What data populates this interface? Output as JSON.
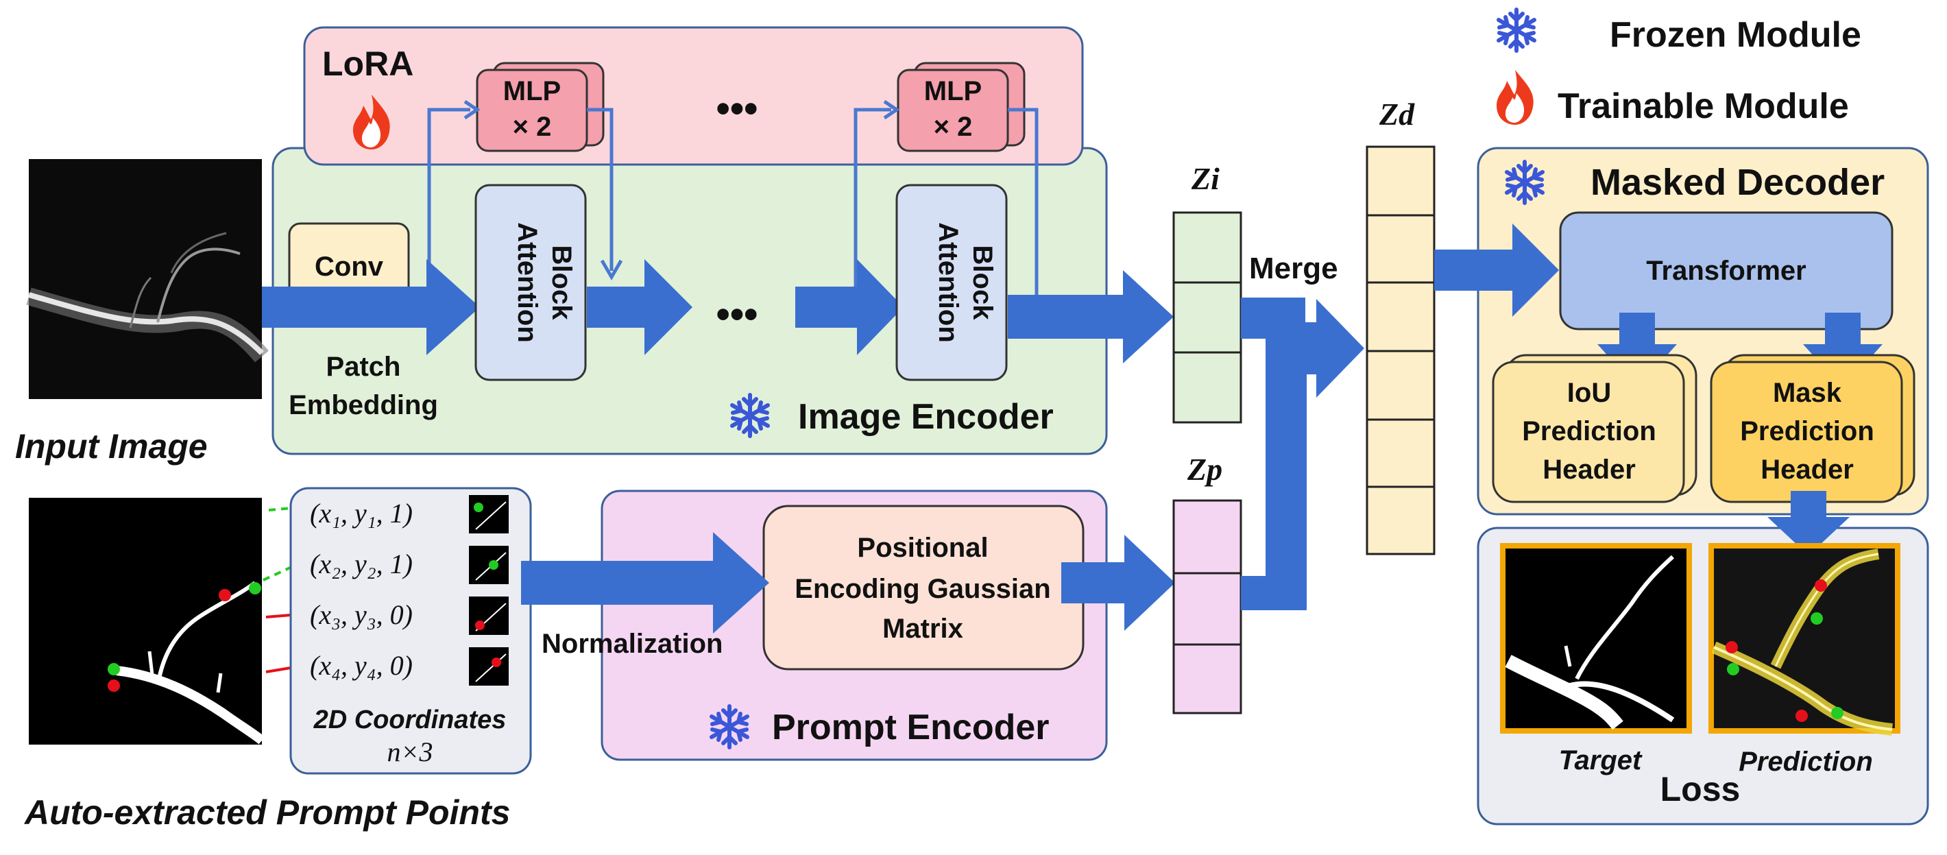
{
  "legend": {
    "frozen_label": "Frozen Module",
    "trainable_label": "Trainable Module",
    "frozen_icon": "snowflake-icon",
    "trainable_icon": "flame-icon"
  },
  "lora": {
    "title": "LoRA",
    "mlp_line1": "MLP",
    "mlp_line2": "× 2",
    "ellipsis": "•••"
  },
  "image_encoder": {
    "title": "Image Encoder",
    "conv_label": "Conv",
    "patch_line1": "Patch",
    "patch_line2": "Embedding",
    "attn_line1": "Attention",
    "attn_line2": "Block",
    "ellipsis": "•••"
  },
  "input_image_label": "Input Image",
  "prompt_points_label": "Auto-extracted Prompt Points",
  "coordinates": {
    "rows": [
      "(x₁, y₁, 1)",
      "(x₂, y₂, 1)",
      "(x₃, y₃, 0)",
      "(x₄, y₄, 0)"
    ],
    "caption_line1": "2D Coordinates",
    "caption_line2": "n×3"
  },
  "normalization_label": "Normalization",
  "prompt_encoder": {
    "title": "Prompt Encoder",
    "pe_line1": "Positional",
    "pe_line2": "Encoding Gaussian",
    "pe_line3": "Matrix"
  },
  "tokens": {
    "zi_label": "Zi",
    "zp_label": "Zp",
    "zd_label": "Zd",
    "merge_label": "Merge"
  },
  "decoder": {
    "title": "Masked Decoder",
    "transformer_label": "Transformer",
    "iou_line1": "IoU",
    "iou_line2": "Prediction",
    "iou_line3": "Header",
    "mask_line1": "Mask",
    "mask_line2": "Prediction",
    "mask_line3": "Header"
  },
  "loss": {
    "title": "Loss",
    "target_label": "Target",
    "prediction_label": "Prediction"
  },
  "colors": {
    "arrow_blue": "#3a6fcf",
    "lora_fill": "#fbd7dc",
    "encoder_fill": "#e1f0d9",
    "prompt_fill": "#f5d6f2",
    "decoder_fill": "#fdefc9",
    "loss_fill": "#ebedf2",
    "box_border": "#3b5f9a"
  }
}
